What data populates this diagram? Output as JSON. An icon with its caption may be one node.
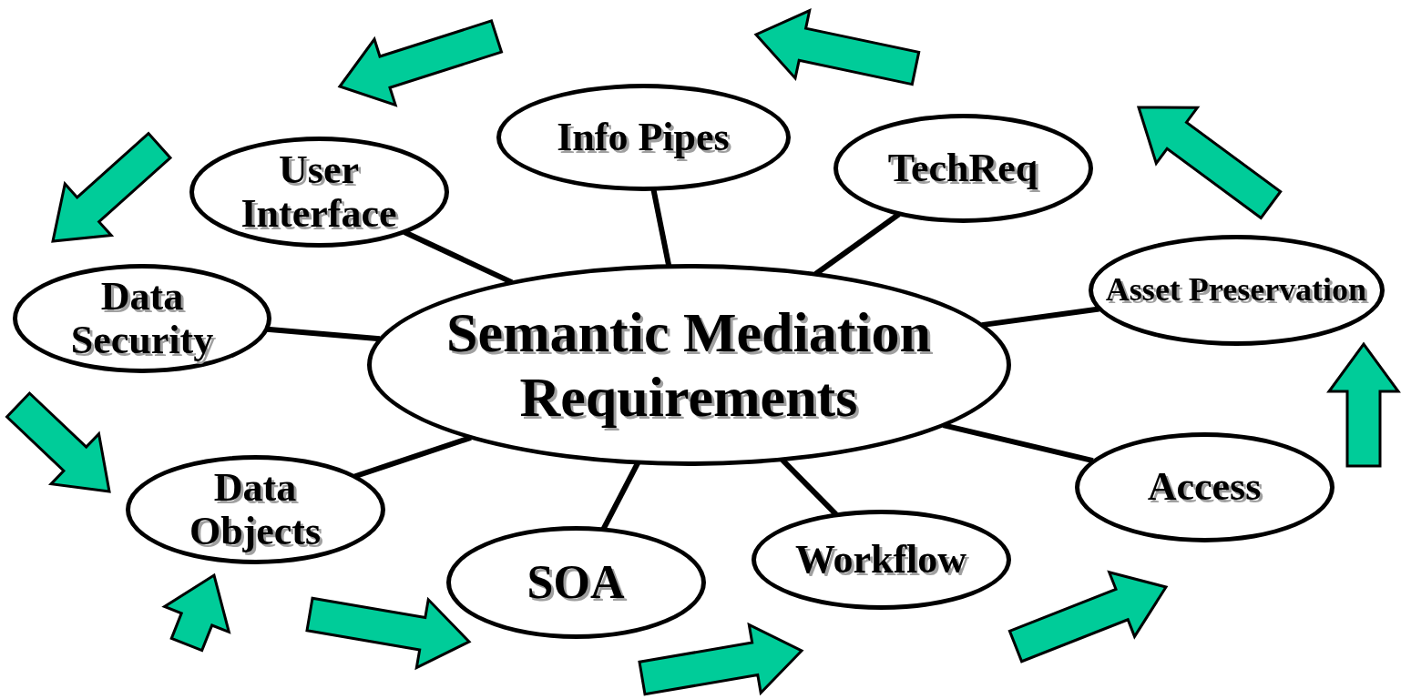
{
  "diagram": {
    "nodes": [
      {
        "text": [
          "Info Pipes"
        ]
      },
      {
        "text": [
          "TechReq"
        ]
      },
      {
        "text": [
          "User Interface"
        ]
      },
      {
        "text": [
          "Asset Preservation"
        ]
      },
      {
        "text": [
          "Data Security"
        ]
      },
      {
        "text": [
          "Semantic Mediation Requirements"
        ]
      },
      {
        "text": [
          "Data Objects"
        ]
      },
      {
        "text": [
          "Access"
        ]
      },
      {
        "text": [
          "Workflow"
        ]
      },
      {
        "text": [
          "SOA"
        ]
      }
    ],
    "edges": [
      {
        "from": 5,
        "to": 0,
        "arrow": "none"
      },
      {
        "from": 5,
        "to": 1,
        "arrow": "none"
      },
      {
        "from": 5,
        "to": 2,
        "arrow": "none"
      },
      {
        "from": 5,
        "to": 3,
        "arrow": "none"
      },
      {
        "from": 5,
        "to": 4,
        "arrow": "none"
      },
      {
        "from": 5,
        "to": 6,
        "arrow": "none"
      },
      {
        "from": 5,
        "to": 7,
        "arrow": "none"
      },
      {
        "from": 5,
        "to": 8,
        "arrow": "none"
      },
      {
        "from": 5,
        "to": 9,
        "arrow": "none"
      },
      {
        "from": 0,
        "to": 2,
        "arrow": "to",
        "style": "thick",
        "color": "#00cc99"
      },
      {
        "from": 1,
        "to": 0,
        "arrow": "to",
        "style": "thick",
        "color": "#00cc99"
      },
      {
        "from": 3,
        "to": 1,
        "arrow": "to",
        "style": "thick",
        "color": "#00cc99"
      },
      {
        "from": 7,
        "to": 3,
        "arrow": "to",
        "style": "thick",
        "color": "#00cc99"
      },
      {
        "from": 8,
        "to": 7,
        "arrow": "to",
        "style": "thick",
        "color": "#00cc99"
      },
      {
        "from": 9,
        "to": 8,
        "arrow": "to",
        "style": "thick",
        "color": "#00cc99"
      },
      {
        "from": 6,
        "to": 9,
        "arrow": "to",
        "style": "thick",
        "color": "#00cc99"
      },
      {
        "from": null,
        "to": 6,
        "arrow": "to",
        "style": "thick",
        "color": "#00cc99"
      },
      {
        "from": 4,
        "to": 6,
        "arrow": "to",
        "style": "thick",
        "color": "#00cc99"
      },
      {
        "from": 2,
        "to": 4,
        "arrow": "to",
        "style": "thick",
        "color": "#00cc99"
      }
    ]
  }
}
